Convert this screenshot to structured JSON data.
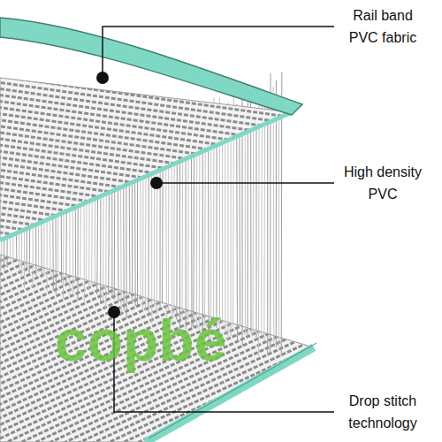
{
  "diagram": {
    "labels": [
      "Rail band PVC fabric",
      "High density PVC",
      "Drop stitch technology",
      "copbé"
    ]
  }
}
